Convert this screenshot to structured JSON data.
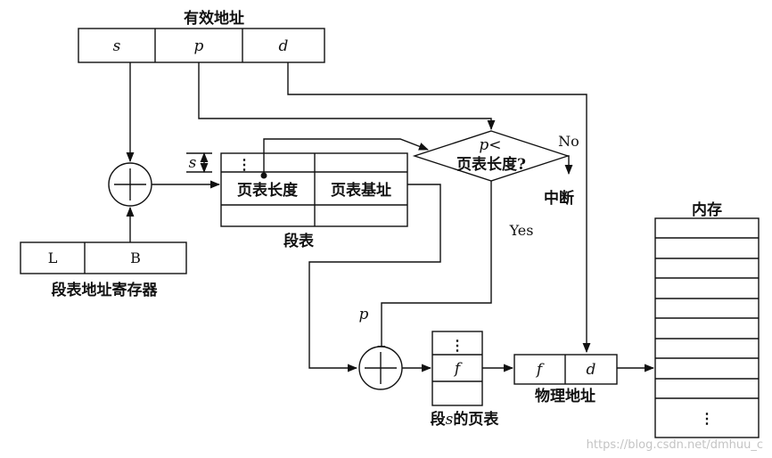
{
  "effective_address": {
    "title": "有效地址",
    "fields": [
      "s",
      "p",
      "d"
    ]
  },
  "seg_reg": {
    "fields": [
      "L",
      "B"
    ],
    "label": "段表地址寄存器"
  },
  "s_marker": "s",
  "segment_table": {
    "dots": "⋮",
    "col1": "页表长度",
    "col2": "页表基址",
    "label": "段表"
  },
  "compare": {
    "line1": "p<",
    "line2": "页表长度?"
  },
  "no_label": "No",
  "interrupt": "中断",
  "yes_label": "Yes",
  "p_label": "p",
  "page_table": {
    "dots": "⋮",
    "f": "f",
    "label_prefix": "段",
    "label_var": "s",
    "label_suffix": "的页表"
  },
  "physical_address": {
    "fields": [
      "f",
      "d"
    ],
    "label": "物理地址"
  },
  "memory": {
    "title": "内存",
    "dots": "⋮"
  },
  "watermark": "https://blog.csdn.net/dmhuu_c",
  "icons": {
    "adder": "circled-plus-icon"
  }
}
